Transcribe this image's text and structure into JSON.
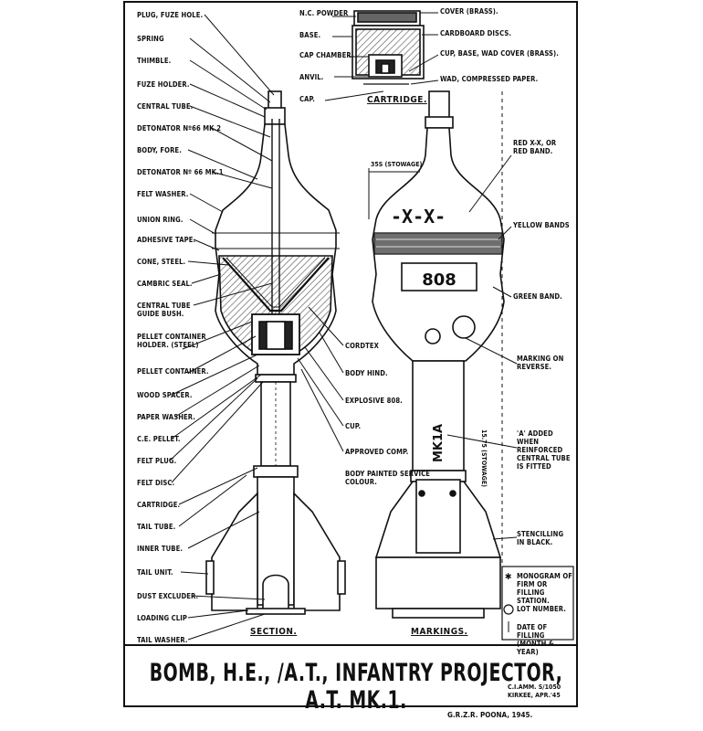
{
  "title": "BOMB, H.E., /A.T., INFANTRY PROJECTOR, A.T. MK.1.",
  "section_caption": "SECTION.",
  "markings_caption": "MARKINGS.",
  "cartridge_caption": "CARTRIDGE.",
  "reference": [
    "C.I.AMM. S/1050",
    "KIRKEE, APR.'45"
  ],
  "printer": "G.R.Z.R. POONA, 1945.",
  "left_labels": [
    "PLUG, FUZE HOLE.",
    "SPRING",
    "THIMBLE.",
    "FUZE HOLDER.",
    "CENTRAL TUBE.",
    "DETONATOR Nº66 MK.2",
    "BODY, FORE.",
    "DETONATOR Nº 66 MK.1",
    "FELT WASHER.",
    "UNION RING.",
    "ADHESIVE TAPE.",
    "CONE, STEEL.",
    "CAMBRIC SEAL.",
    "CENTRAL TUBE GUIDE BUSH.",
    "PELLET CONTAINER HOLDER. (STEEL)",
    "PELLET CONTAINER.",
    "WOOD SPACER.",
    "PAPER WASHER.",
    "C.E. PELLET.",
    "FELT PLUG.",
    "FELT DISC.",
    "CARTRIDGE.",
    "TAIL TUBE.",
    "INNER TUBE.",
    "TAIL UNIT.",
    "DUST EXCLUDER.",
    "LOADING CLIP",
    "TAIL WASHER."
  ],
  "mid_labels": [
    "CORDTEX",
    "BODY HIND.",
    "EXPLOSIVE 808.",
    "CUP.",
    "APPROVED COMP.",
    "BODY PAINTED SERVICE COLOUR."
  ],
  "cartridge_labels_left": [
    "N.C. POWDER",
    "BASE.",
    "CAP CHAMBER.",
    "ANVIL.",
    "CAP."
  ],
  "cartridge_labels_right": [
    "COVER (BRASS).",
    "CARDBOARD DISCS.",
    "CUP, BASE, WAD COVER (BRASS).",
    "WAD, COMPRESSED PAPER."
  ],
  "right_labels": [
    "RED X-X, OR RED BAND.",
    "YELLOW BANDS",
    "GREEN BAND.",
    "MARKING ON REVERSE.",
    "'A' ADDED WHEN REINFORCED CENTRAL TUBE IS FITTED",
    "STENCILLING IN BLACK."
  ],
  "key_labels": [
    "MONOGRAM OF FIRM OR FILLING STATION.",
    "LOT NUMBER.",
    "DATE OF FILLING (MONTH & YEAR)"
  ],
  "dims": [
    "35S (STOWAGE)",
    "15.75 (STOWAGE)"
  ],
  "stencils": {
    "x_mark": "-X-X-",
    "filling": "808",
    "mark": "MK1A"
  }
}
